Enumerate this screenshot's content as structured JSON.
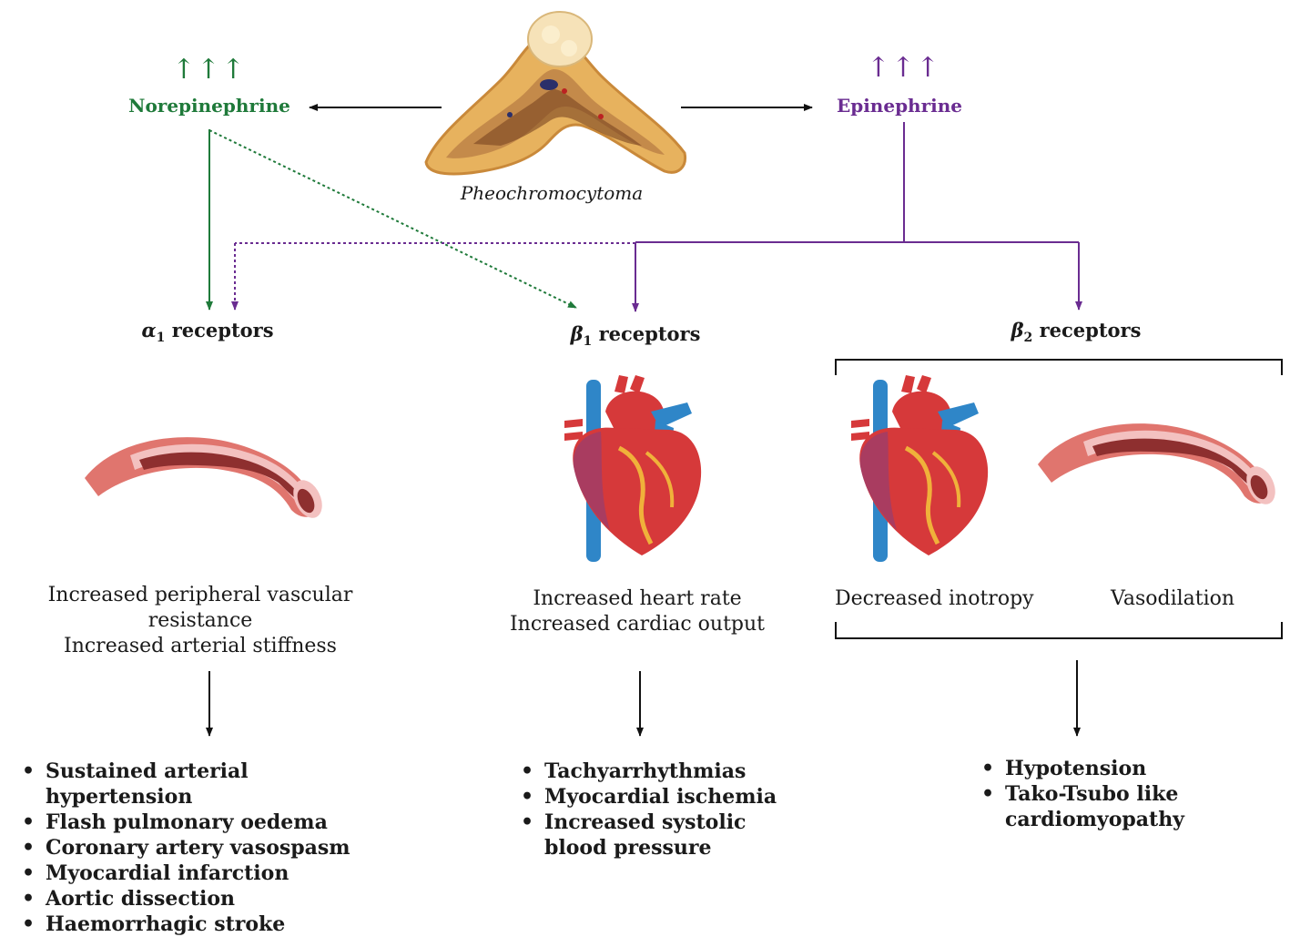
{
  "colors": {
    "norepinephrine": "#1f7a3a",
    "epinephrine": "#6a2c91",
    "arrow": "#111111",
    "vessel_outer": "#e0756e",
    "vessel_wall": "#f3c1c0",
    "vessel_lumen": "#8e2f2f",
    "heart_red": "#d6393a",
    "heart_blue": "#2f86c8",
    "heart_dark": "#b9323a",
    "gland": "#e7b25e"
  },
  "top": {
    "norepinephrine": {
      "arrows": "↑↑↑",
      "label": "Norepinephrine"
    },
    "epinephrine": {
      "arrows": "↑↑↑",
      "label": "Epinephrine"
    },
    "gland_caption": "Pheochromocytoma"
  },
  "receptors": {
    "alpha1": {
      "symbol": "α",
      "sub": "1",
      "text": "receptors"
    },
    "beta1": {
      "symbol": "β",
      "sub": "1",
      "text": "receptors"
    },
    "beta2": {
      "symbol": "β",
      "sub": "2",
      "text": "receptors"
    }
  },
  "effects": {
    "alpha1": [
      "Increased peripheral vascular resistance",
      "Increased arterial stiffness"
    ],
    "beta1": [
      "Increased heart rate",
      "Increased cardiac output"
    ],
    "beta2_left": "Decreased inotropy",
    "beta2_right": "Vasodilation"
  },
  "outcomes": {
    "alpha1": [
      "Sustained arterial hypertension",
      "Flash pulmonary oedema",
      "Coronary artery vasospasm",
      "Myocardial infarction",
      "Aortic dissection",
      "Haemorrhagic stroke"
    ],
    "beta1": [
      "Tachyarrhythmias",
      "Myocardial ischemia",
      "Increased systolic blood pressure"
    ],
    "beta2": [
      "Hypotension",
      "Tako-Tsubo like cardiomyopathy"
    ]
  }
}
